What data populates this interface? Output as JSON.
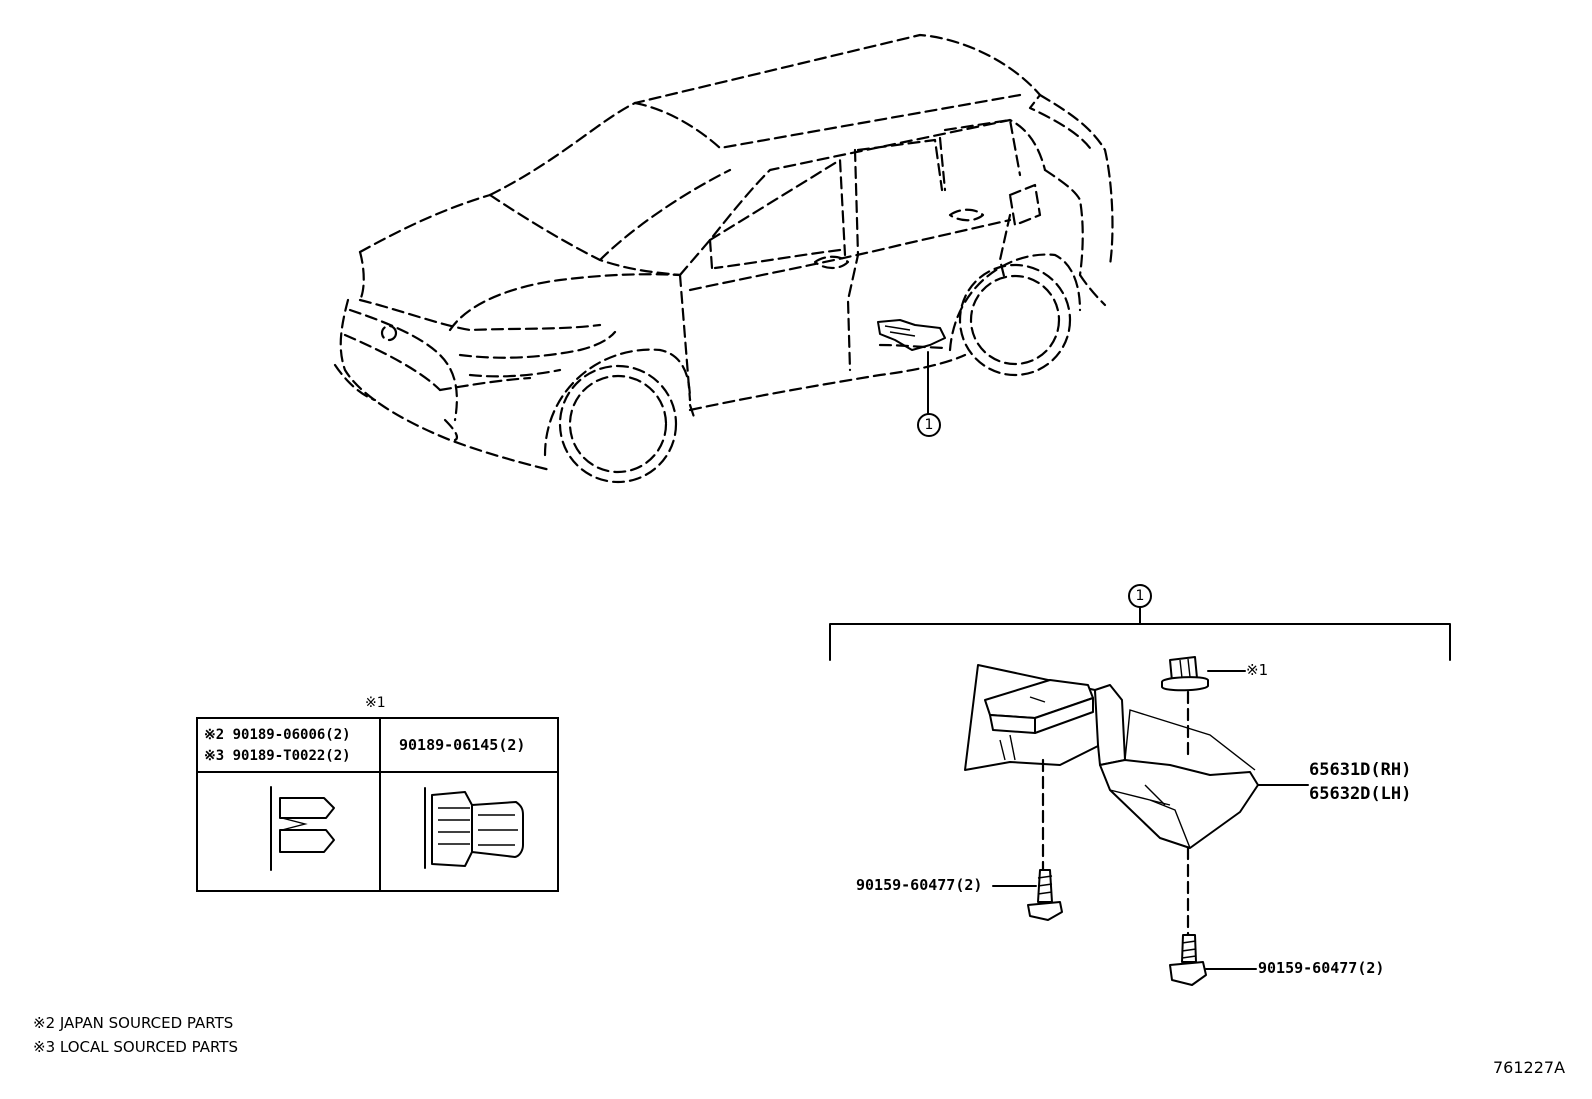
{
  "callouts": {
    "car_ref": "1",
    "assembly_ref": "1"
  },
  "parts": {
    "protector_rh": "65631D(RH)",
    "protector_lh": "65632D(LH)",
    "clip_ref": "※1",
    "bolt_left": "90159-60477(2)",
    "bolt_right": "90159-60477(2)"
  },
  "clip_table": {
    "heading": "※1",
    "col1_row1": "※2 90189-06006(2)",
    "col1_row2": "※3 90189-T0022(2)",
    "col2": "90189-06145(2)"
  },
  "notes": {
    "note2": "※2 JAPAN SOURCED PARTS",
    "note3": "※3 LOCAL SOURCED PARTS"
  },
  "diagram_id": "761227A"
}
